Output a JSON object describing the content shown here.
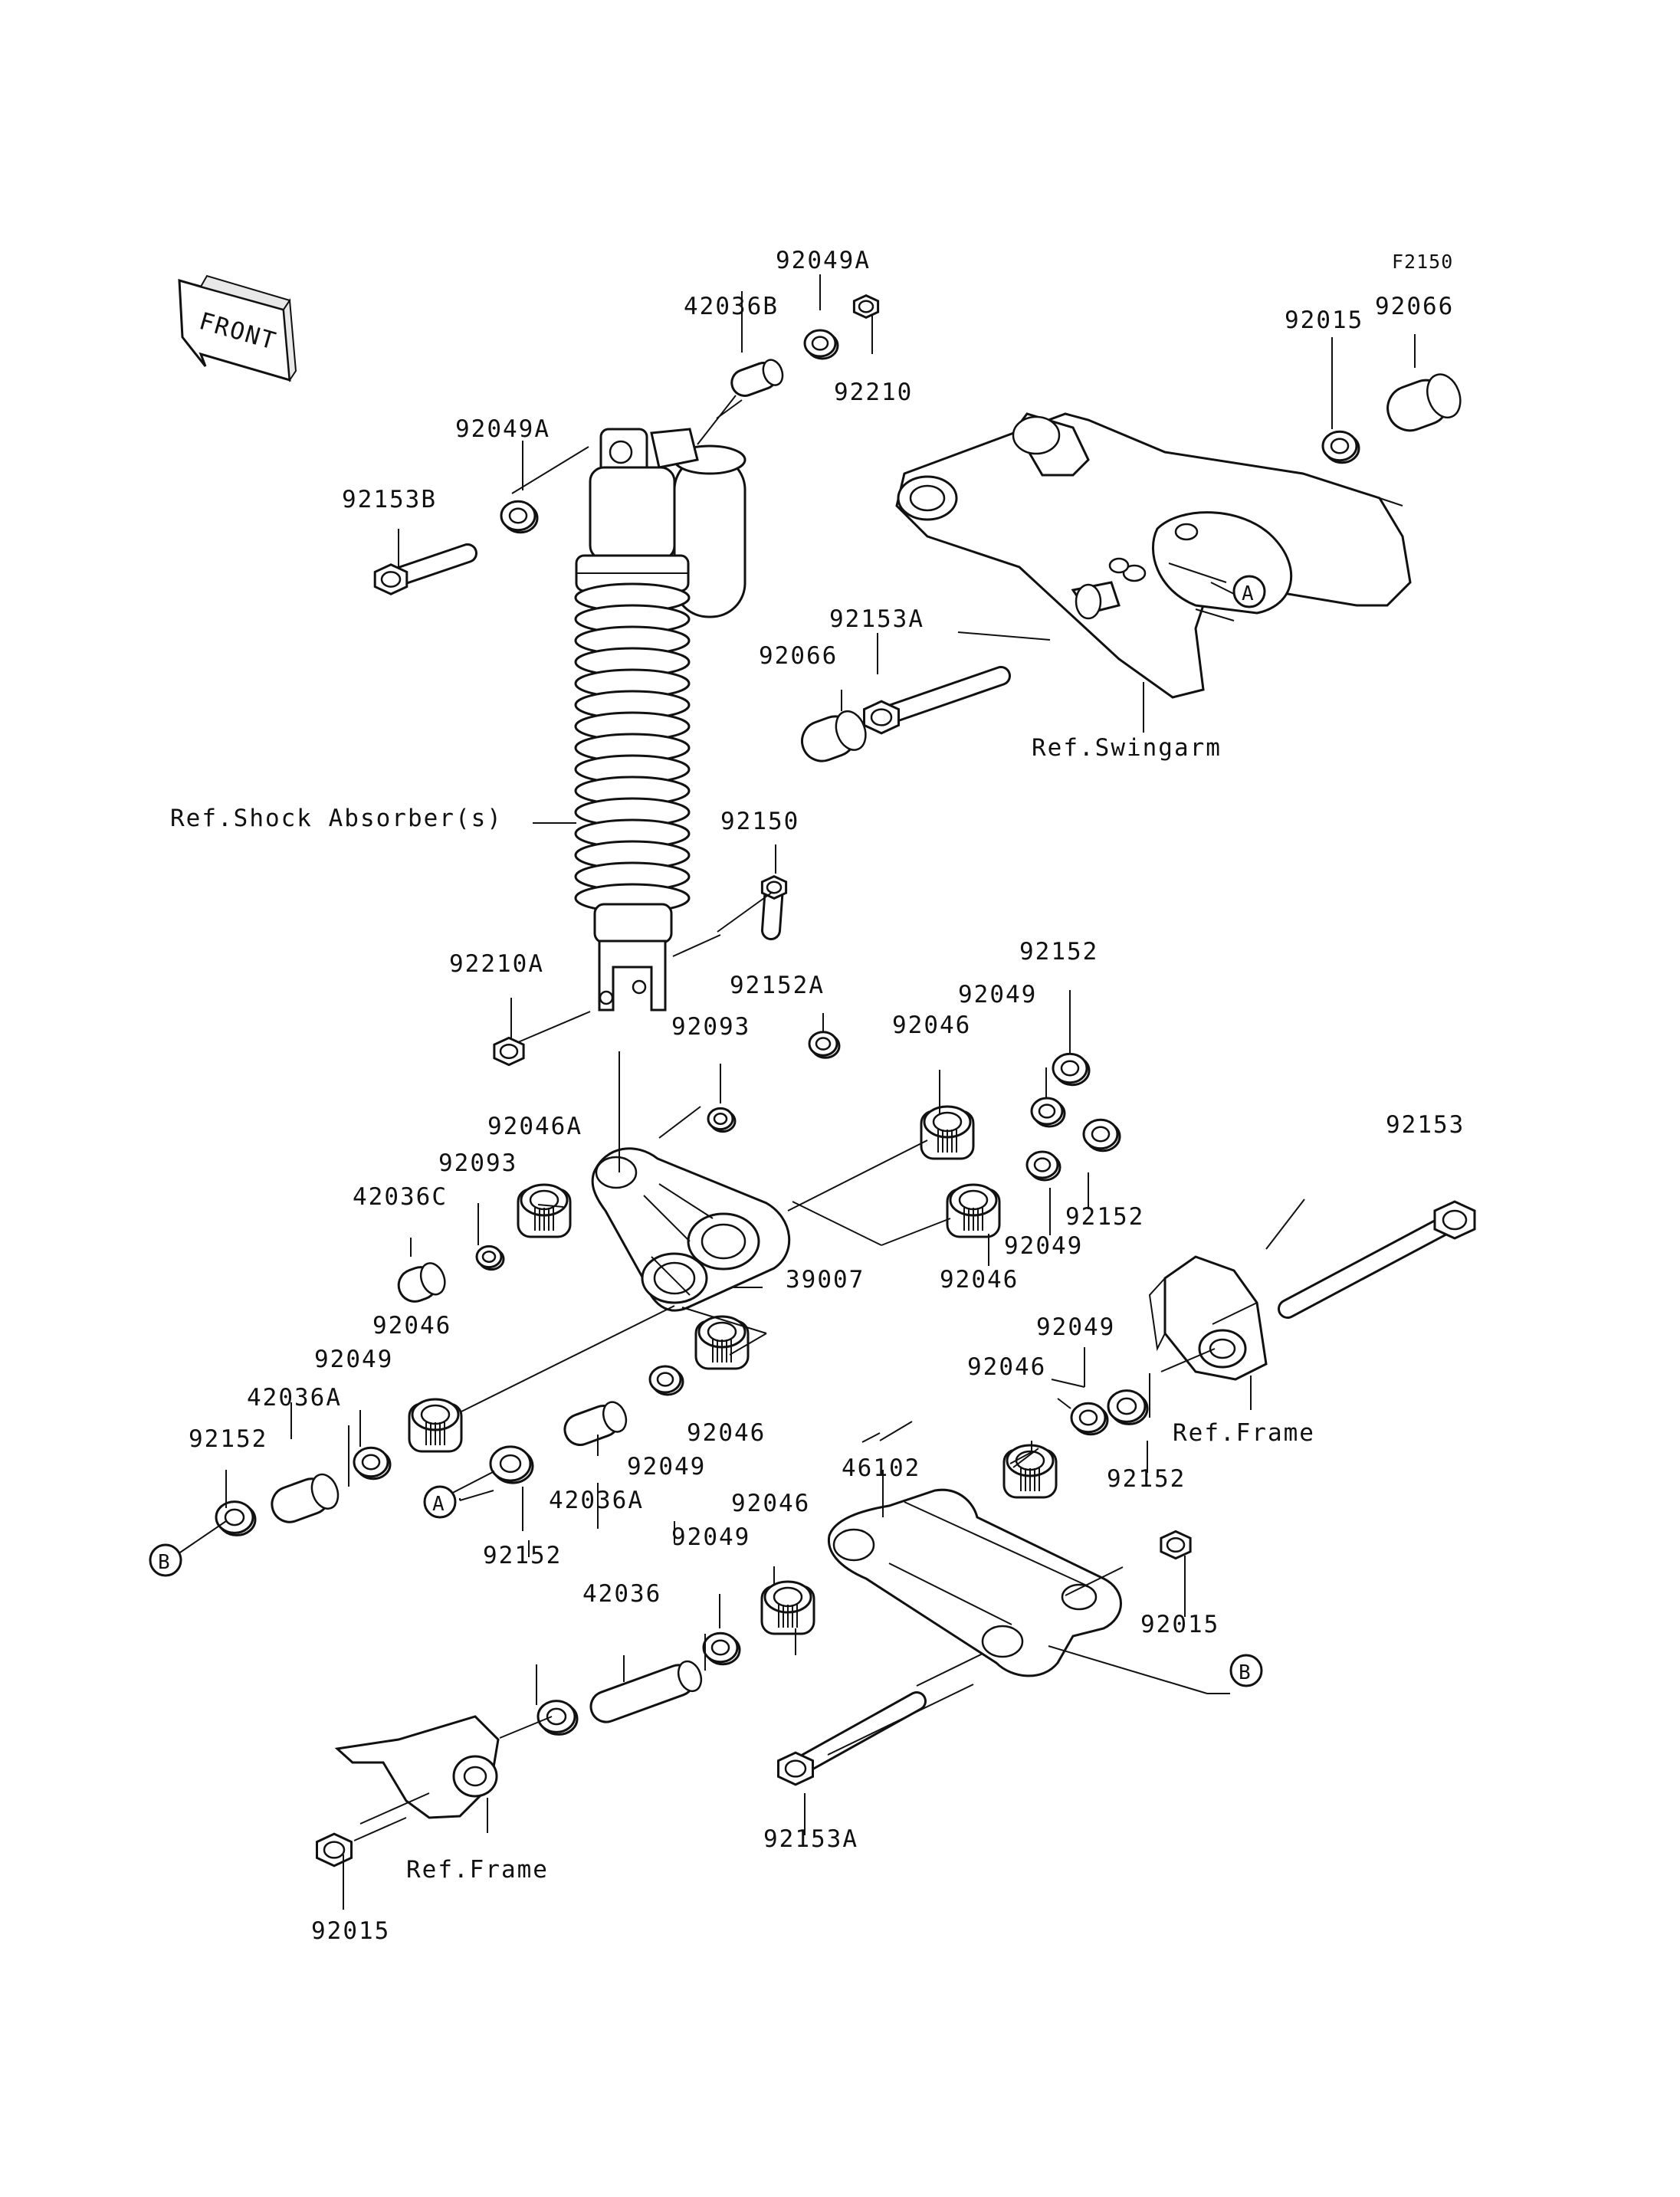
{
  "diagram_code": "F2150",
  "front_label": "FRONT",
  "refs": {
    "shock_absorber": "Ref.Shock Absorber(s)",
    "swingarm": "Ref.Swingarm",
    "frame_right": "Ref.Frame",
    "frame_left": "Ref.Frame"
  },
  "callouts": {
    "a": "A",
    "b": "B"
  },
  "part_numbers": [
    "92049A",
    "42036B",
    "92210",
    "92066",
    "92015",
    "92049A",
    "92153B",
    "92153A",
    "92066",
    "92150",
    "92210A",
    "92152A",
    "92093",
    "92152",
    "92049",
    "92046",
    "92046A",
    "92093",
    "42036C",
    "92152",
    "92049",
    "92153",
    "39007",
    "92046",
    "92046",
    "92049",
    "92046",
    "92049",
    "42036A",
    "92152",
    "92046",
    "92152",
    "42036A",
    "92049",
    "46102",
    "92046",
    "92015",
    "92049",
    "92152",
    "42036",
    "92153A",
    "92015"
  ]
}
